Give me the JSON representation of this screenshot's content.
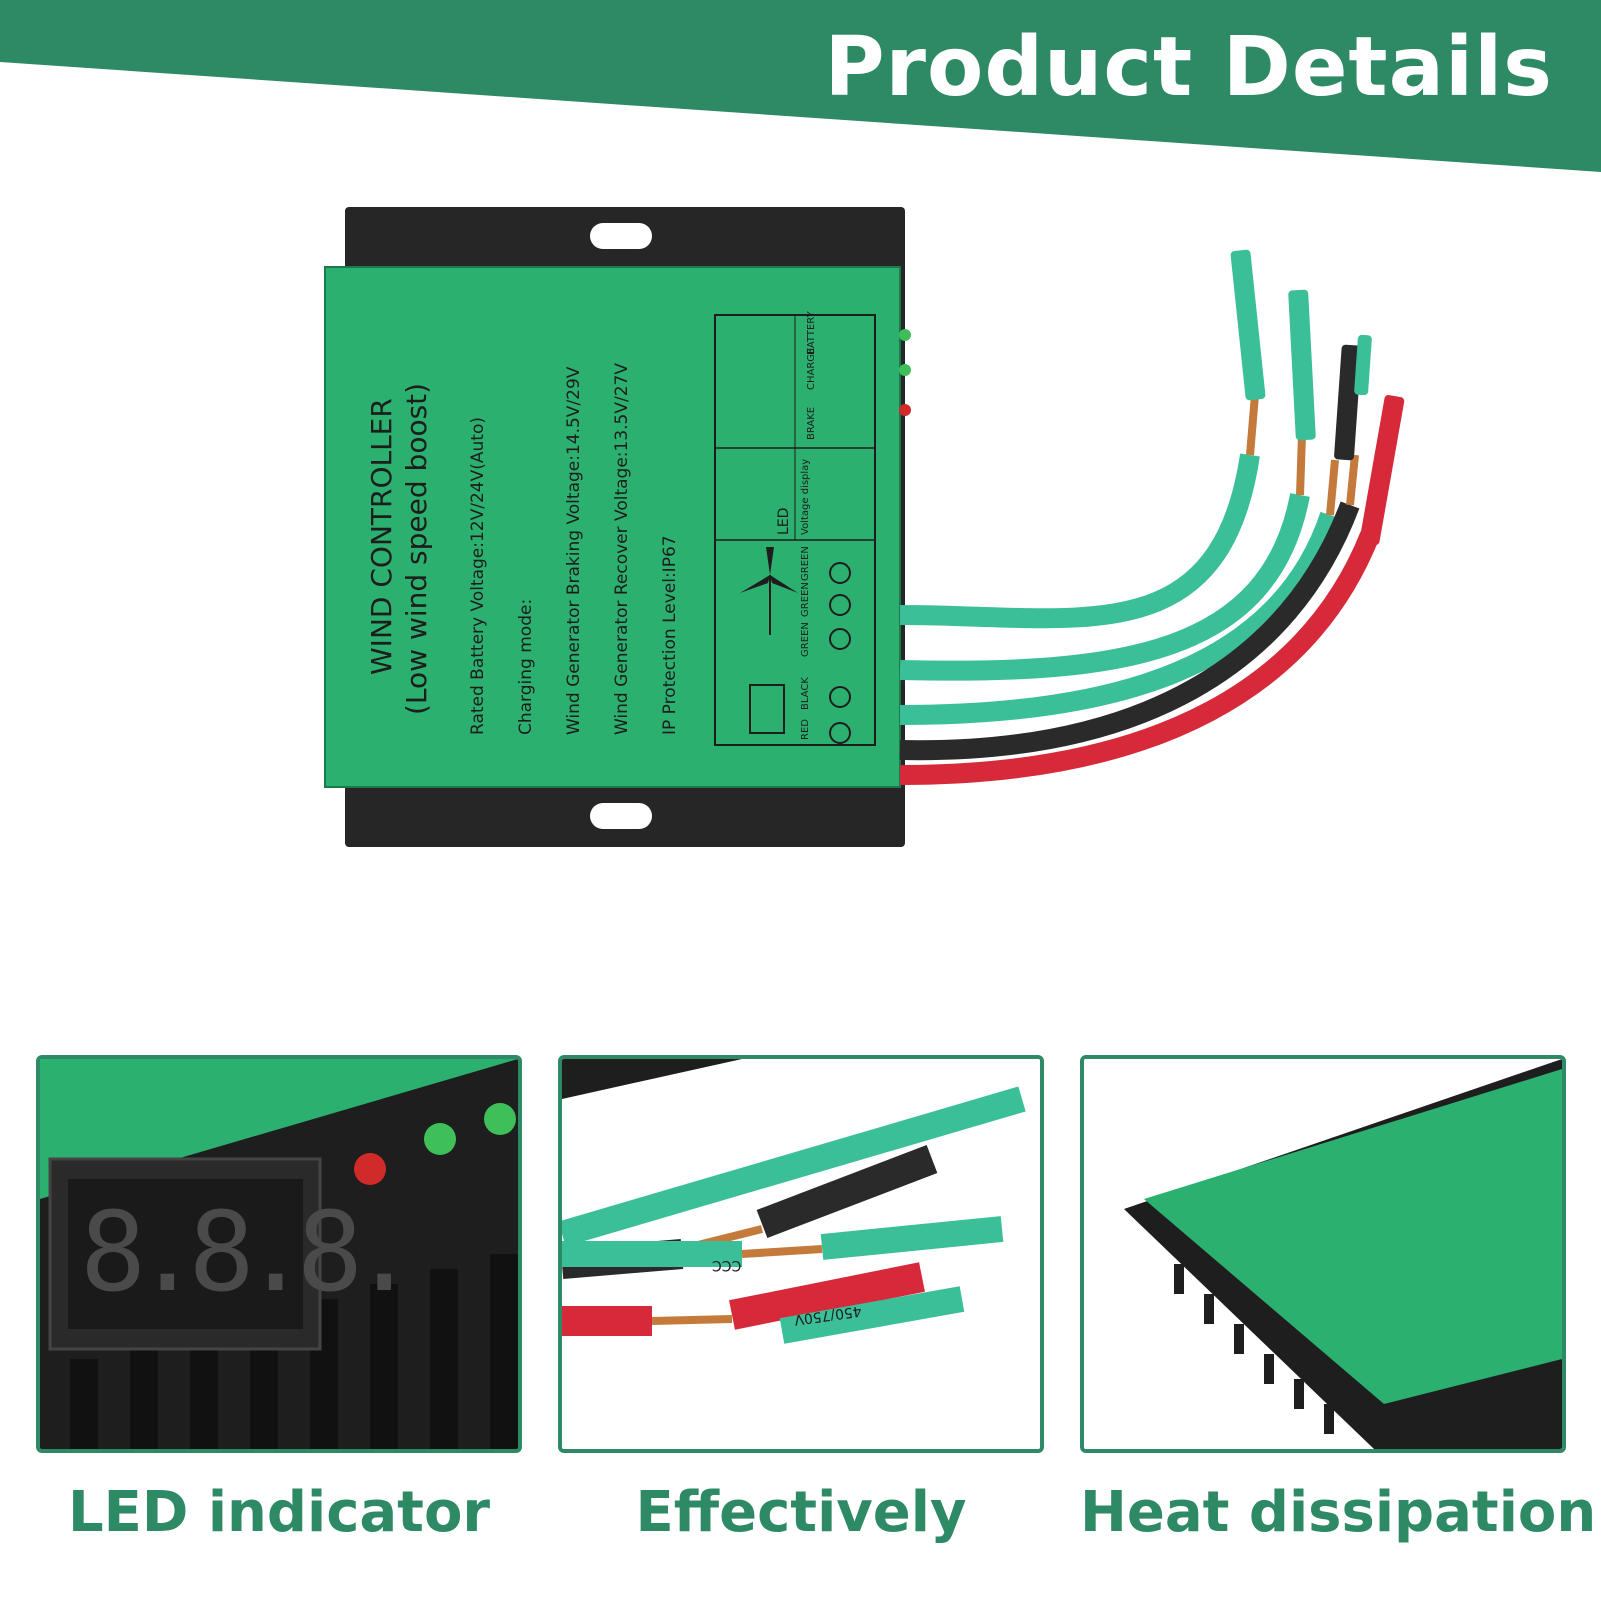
{
  "banner": {
    "title": "Product Details",
    "color": "#2e8a64"
  },
  "product": {
    "title": "WIND CONTROLLER",
    "subtitle": "(Low wind speed boost)",
    "spec_lines": [
      "Rated Battery Voltage:12V/24V(Auto)",
      "Charging mode:",
      "Wind Generator Braking Voltage:14.5V/29V",
      "Wind Generator Recover Voltage:13.5V/27V",
      "IP Protection Level:IP67"
    ],
    "indicator_labels": [
      "BRAKE",
      "CHARGE",
      "BATTERY"
    ],
    "display_labels": [
      "LED",
      "Voltage display"
    ],
    "terminal_labels": [
      "RED",
      "BLACK",
      "GREEN",
      "GREEN",
      "GREEN"
    ],
    "body_color": "#2bb06f",
    "heatsink_color": "#262626"
  },
  "features": [
    {
      "caption": "LED indicator"
    },
    {
      "caption": "Effectively"
    },
    {
      "caption": "Heat dissipation"
    }
  ],
  "panel_display_digits": "8.8.8.",
  "cable_print_1": "CCC",
  "cable_print_2": "450/750V",
  "accent_color": "#2e8a64"
}
